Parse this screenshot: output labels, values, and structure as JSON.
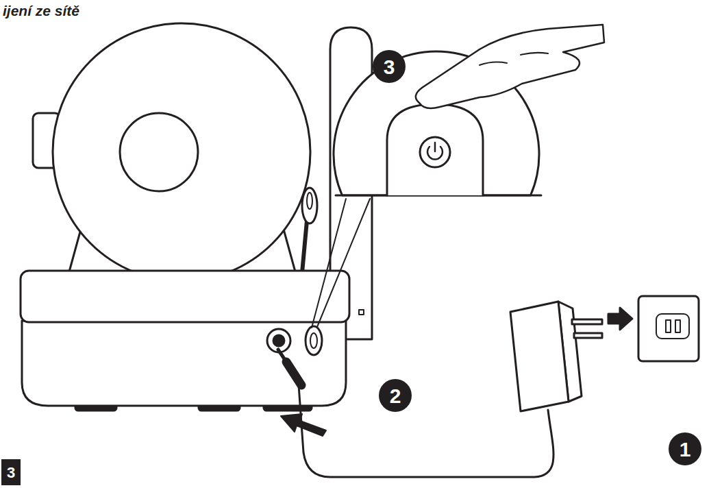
{
  "diagram": {
    "title": "ijení ze sítě",
    "labels": [
      "3",
      "2",
      "1",
      "3"
    ]
  }
}
